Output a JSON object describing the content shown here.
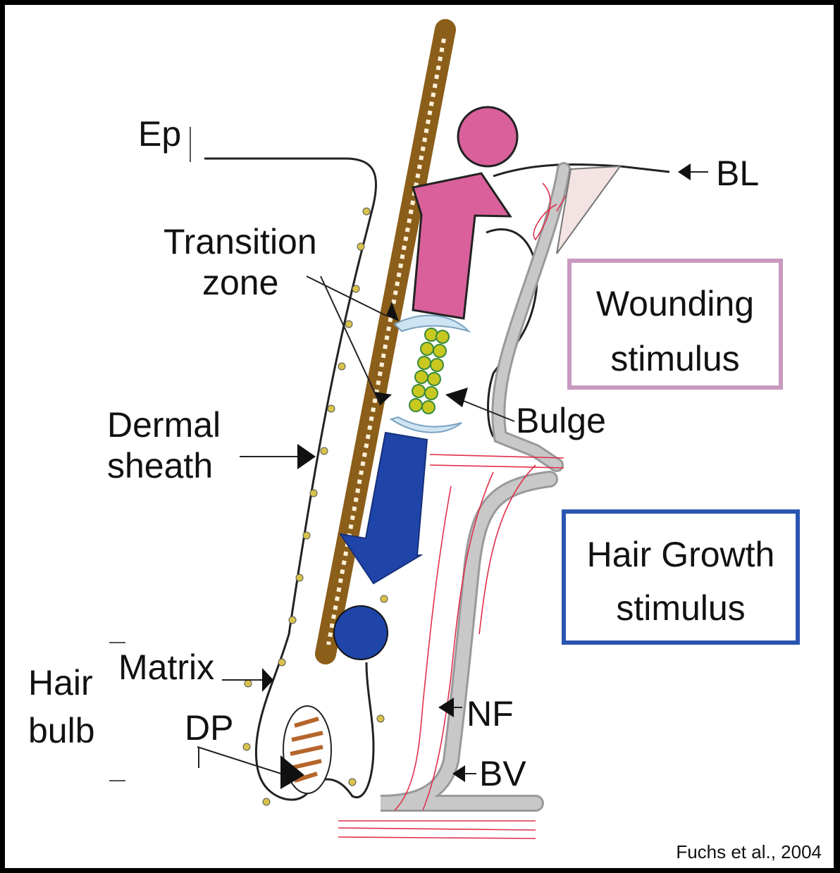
{
  "labels": {
    "ep": "Ep",
    "bl": "BL",
    "transition_line1": "Transition",
    "transition_line2": "zone",
    "dermal_line1": "Dermal",
    "dermal_line2": "sheath",
    "bulge": "Bulge",
    "hair_line1": "Hair",
    "hair_line2": "bulb",
    "matrix": "Matrix",
    "dp": "DP",
    "nf": "NF",
    "bv": "BV"
  },
  "boxes": {
    "wounding_line1": "Wounding",
    "wounding_line2": "stimulus",
    "growth_line1": "Hair Growth",
    "growth_line2": "stimulus"
  },
  "citation": "Fuchs et al., 2004",
  "colors": {
    "hair_shaft": "#8b5e1a",
    "wounding_arrow": "#d9609b",
    "growth_arrow": "#1f45a8",
    "wounding_box_border": "#c99ac0",
    "growth_box_border": "#2a55b0",
    "blood_vessel": "#b5b5b5",
    "nerve_fiber": "#e0304a",
    "bulge_cells": "#c8c820"
  }
}
